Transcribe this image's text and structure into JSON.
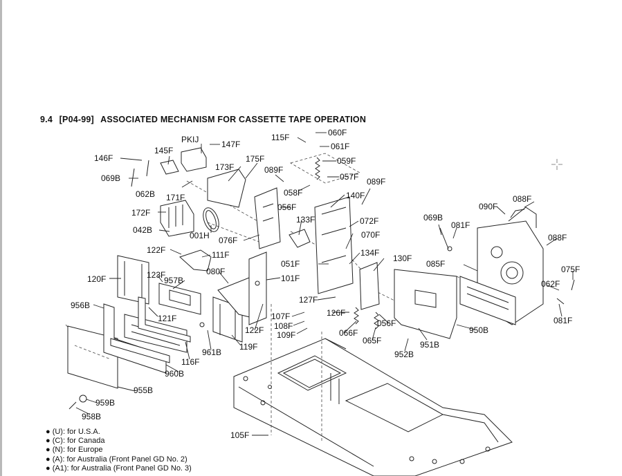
{
  "title": {
    "section": "9.4",
    "code": "[P04-99]",
    "text": "ASSOCIATED MECHANISM FOR CASSETTE TAPE OPERATION"
  },
  "parts": {
    "pkij": "PKIJ",
    "p147f": "147F",
    "p146f": "146F",
    "p145f": "145F",
    "p173f": "173F",
    "p175f": "175F",
    "p069b_left": "069B",
    "p062b": "062B",
    "p171f": "171F",
    "p172f": "172F",
    "p042b": "042B",
    "p001h": "001H",
    "p076f": "076F",
    "p056f_a": "056F",
    "p089f_a": "089F",
    "p058f": "058F",
    "p115f": "115F",
    "p060f": "060F",
    "p061f": "061F",
    "p059f": "059F",
    "p057f": "057F",
    "p089f_b": "089F",
    "p140f": "140F",
    "p133f": "133F",
    "p072f": "072F",
    "p070f": "070F",
    "p134f": "134F",
    "p051f": "051F",
    "p130f": "130F",
    "p101f": "101F",
    "p122f_a": "122F",
    "p111f": "111F",
    "p080f": "080F",
    "p120f": "120F",
    "p123f": "123F",
    "p957b": "957B",
    "p956b": "956B",
    "p121f": "121F",
    "p127f": "127F",
    "p126f": "126F",
    "p107f": "107F",
    "p108f": "108F",
    "p109f": "109F",
    "p122f_b": "122F",
    "p066f": "066F",
    "p065f": "065F",
    "p056f_b": "056F",
    "p119f": "119F",
    "p961b": "961B",
    "p116f": "116F",
    "p960b": "960B",
    "p955b": "955B",
    "p959b": "959B",
    "p958b": "958B",
    "p105f": "105F",
    "p069b_right": "069B",
    "p081f_a": "081F",
    "p090f": "090F",
    "p088f_a": "088F",
    "p088f_b": "088F",
    "p085f": "085F",
    "p075f": "075F",
    "p062f": "062F",
    "p081f_b": "081F",
    "p950b": "950B",
    "p951b": "951B",
    "p952b": "952B"
  },
  "legend": [
    "● (U): for U.S.A.",
    "● (C): for Canada",
    "● (N): for Europe",
    "● (A): for Australia (Front Panel GD No. 2)",
    "● (A1): for Australia (Front Panel GD No. 3)"
  ]
}
